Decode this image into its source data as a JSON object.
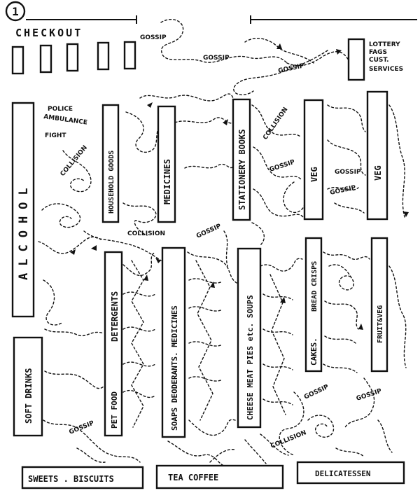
{
  "page_number": "1",
  "checkout_label": "CHECKOUT",
  "aisles": {
    "alcohol": "ALCOHOL",
    "household_goods": "HOUSEHOLD GOODS",
    "medicines_top": "MEDICINES",
    "stationery_books": "STATIONERY BOOKS",
    "veg_left": "VEG",
    "veg_right": "VEG",
    "soft_drinks": "SOFT DRINKS",
    "detergents": "DETERGENTS",
    "pet_food": "PET FOOD",
    "soaps_deodorants_medicines": "SOAPS DEODERANTS. MEDICINES",
    "cheese_meat_pies_soups": "CHEESE MEAT PIES etc. SOUPS",
    "bread_crisps": "BREAD CRISPS",
    "cakes": "CAKES.",
    "fruit_veg": "FRUIT&VEG"
  },
  "counters": {
    "sweets_biscuits": "SWEETS . BISCUITS",
    "tea_coffee": "TEA COFFEE",
    "delicatessen": "DELICATESSEN"
  },
  "services_box": [
    "LOTTERY",
    "FAGS",
    "CUST.",
    "SERVICES"
  ],
  "annotations": {
    "police_ambulance": [
      "POLICE",
      "AMBULANCE"
    ],
    "fight": "FIGHT",
    "collision": "COLLISION",
    "gossip": "GOSSIP"
  }
}
